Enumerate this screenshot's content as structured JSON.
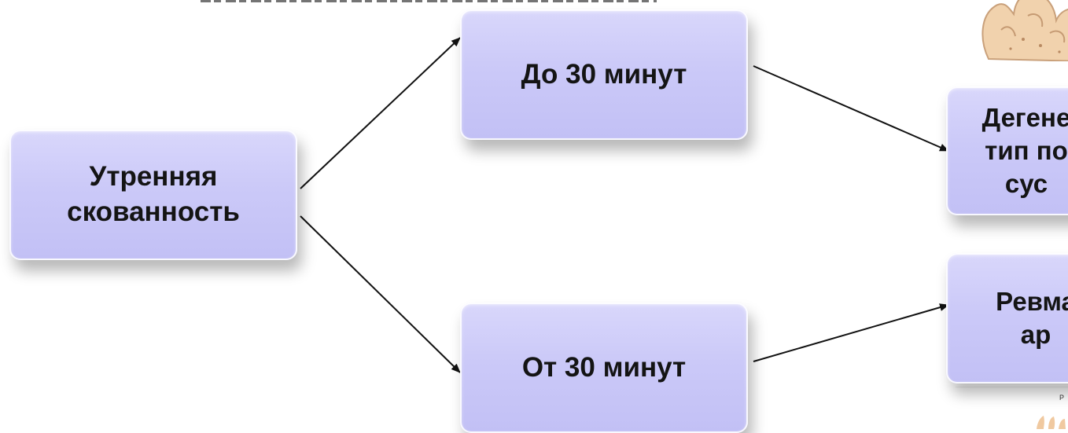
{
  "diagram": {
    "root": {
      "text": "Утренняя\nскованность"
    },
    "branches": [
      {
        "text": "До 30 минут"
      },
      {
        "text": "От 30 минут"
      }
    ],
    "outcomes": [
      {
        "text": "Дегене\nтип по\nсус"
      },
      {
        "text": "Ревма\nар"
      }
    ],
    "colors": {
      "node_fill": "#cbc9f8",
      "node_border": "#ffffff",
      "text": "#141414",
      "arrow": "#111111"
    }
  }
}
